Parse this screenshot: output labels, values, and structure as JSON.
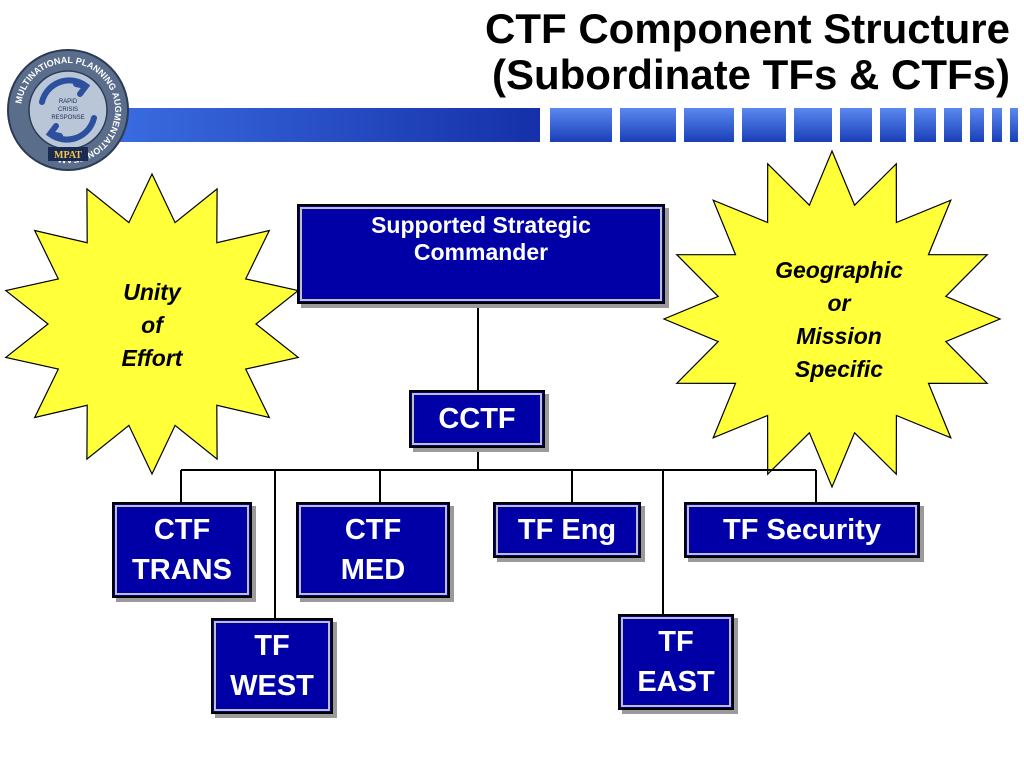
{
  "title": {
    "line1": "CTF Component Structure",
    "line2": "(Subordinate TFs & CTFs)"
  },
  "logo": {
    "ring_text": "MULTINATIONAL PLANNING AUGMENTATION TEAM",
    "center_text": [
      "RAPID",
      "CRISIS",
      "RESPONSE"
    ],
    "badge": "MPAT"
  },
  "starbursts": {
    "left": {
      "lines": [
        "Unity",
        "of",
        "Effort"
      ]
    },
    "right": {
      "lines": [
        "Geographic",
        "or",
        "Mission",
        "Specific"
      ]
    }
  },
  "org": {
    "commander": {
      "lines": [
        "Supported Strategic",
        "Commander"
      ]
    },
    "cctf": {
      "label": "CCTF"
    },
    "ctf_trans": {
      "lines": [
        "CTF",
        "TRANS"
      ]
    },
    "ctf_med": {
      "lines": [
        "CTF",
        "MED"
      ]
    },
    "tf_eng": {
      "label": "TF Eng"
    },
    "tf_security": {
      "label": "TF Security"
    },
    "tf_west": {
      "lines": [
        "TF",
        "WEST"
      ]
    },
    "tf_east": {
      "lines": [
        "TF",
        "EAST"
      ]
    }
  },
  "colors": {
    "box_fill": "#0000a6",
    "box_text": "#ffffff",
    "starburst_fill": "#ffff3a",
    "banner_dark": "#1a3fb8",
    "banner_light": "#4a7ae8"
  }
}
